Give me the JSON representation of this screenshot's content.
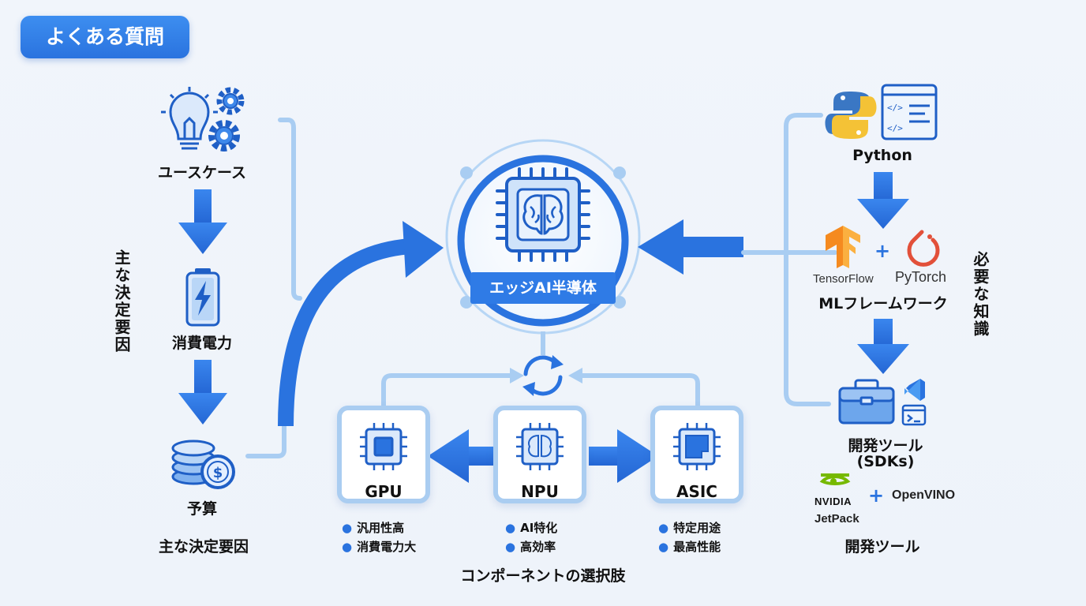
{
  "header": {
    "badge": "よくある質問"
  },
  "left": {
    "steps": [
      "ユースケース",
      "消費電力",
      "予算"
    ],
    "vertical_label": "主な決定要因",
    "bottom_label": "主な決定要因"
  },
  "center": {
    "core_label": "エッジAI半導体",
    "components": [
      {
        "name": "GPU",
        "bullets": [
          "汎用性高",
          "消費電力大"
        ]
      },
      {
        "name": "NPU",
        "bullets": [
          "AI特化",
          "高効率"
        ]
      },
      {
        "name": "ASIC",
        "bullets": [
          "特定用途",
          "最高性能"
        ]
      }
    ],
    "bottom_label": "コンポーネントの選択肢"
  },
  "right": {
    "python_label": "Python",
    "frameworks": [
      "TensorFlow",
      "PyTorch"
    ],
    "ml_label": "MLフレームワーク",
    "sdk_label_1": "開発ツール",
    "sdk_label_2": "(SDKs)",
    "tools": [
      "NVIDIA",
      "JetPack",
      "OpenVINO"
    ],
    "plus": "+",
    "vertical_label": "必要な知識",
    "bottom_label": "開発ツール"
  },
  "colors": {
    "accent": "#2a73df",
    "light": "#a9cdf2",
    "mid": "#4f93e8"
  }
}
